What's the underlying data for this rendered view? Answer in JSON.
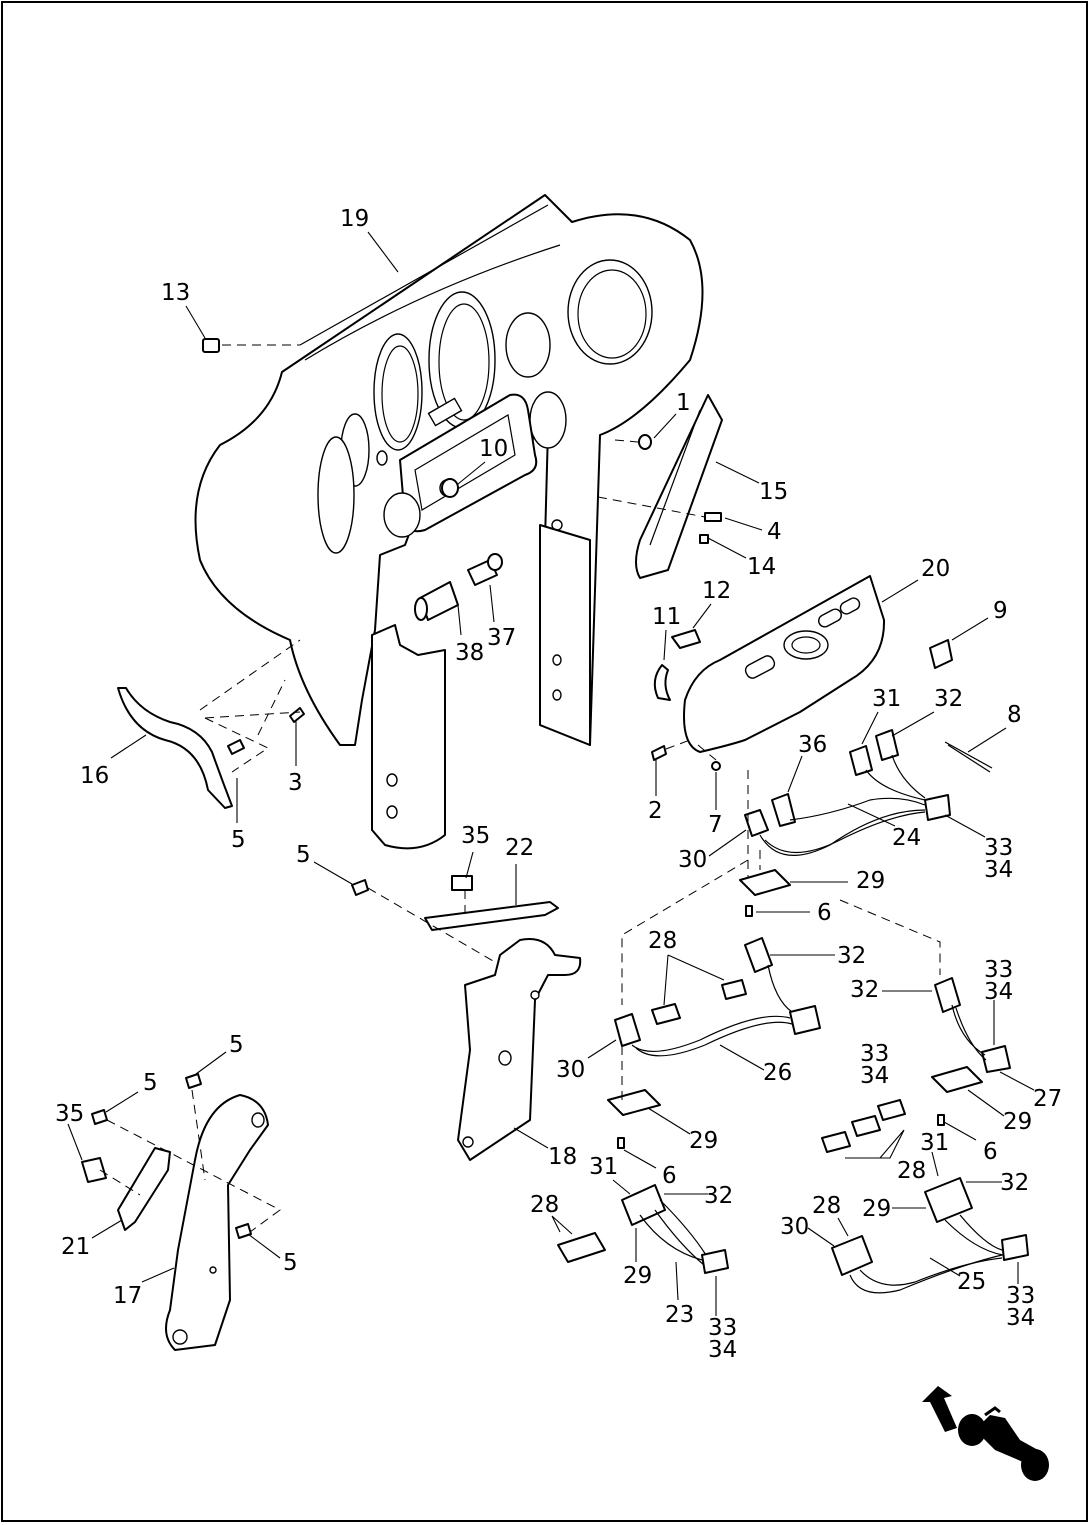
{
  "callouts": [
    {
      "id": "c19",
      "text": "19"
    },
    {
      "id": "c13",
      "text": "13"
    },
    {
      "id": "c1",
      "text": "1"
    },
    {
      "id": "c10",
      "text": "10"
    },
    {
      "id": "c15",
      "text": "15"
    },
    {
      "id": "c4",
      "text": "4"
    },
    {
      "id": "c14",
      "text": "14"
    },
    {
      "id": "c20",
      "text": "20"
    },
    {
      "id": "c12",
      "text": "12"
    },
    {
      "id": "c11",
      "text": "11"
    },
    {
      "id": "c9",
      "text": "9"
    },
    {
      "id": "c38",
      "text": "38"
    },
    {
      "id": "c37",
      "text": "37"
    },
    {
      "id": "c31a",
      "text": "31"
    },
    {
      "id": "c32a",
      "text": "32"
    },
    {
      "id": "c8",
      "text": "8"
    },
    {
      "id": "c36",
      "text": "36"
    },
    {
      "id": "c16",
      "text": "16"
    },
    {
      "id": "c3",
      "text": "3"
    },
    {
      "id": "c2",
      "text": "2"
    },
    {
      "id": "c7",
      "text": "7"
    },
    {
      "id": "c24",
      "text": "24"
    },
    {
      "id": "c5a",
      "text": "5"
    },
    {
      "id": "c35a",
      "text": "35"
    },
    {
      "id": "c22",
      "text": "22"
    },
    {
      "id": "c5b",
      "text": "5"
    },
    {
      "id": "c33a",
      "text": "33"
    },
    {
      "id": "c34a",
      "text": "34"
    },
    {
      "id": "c30a",
      "text": "30"
    },
    {
      "id": "c29a",
      "text": "29"
    },
    {
      "id": "c6a",
      "text": "6"
    },
    {
      "id": "c28a",
      "text": "28"
    },
    {
      "id": "c32b",
      "text": "32"
    },
    {
      "id": "c33b",
      "text": "33"
    },
    {
      "id": "c34b",
      "text": "34"
    },
    {
      "id": "c32c",
      "text": "32"
    },
    {
      "id": "c33c",
      "text": "33"
    },
    {
      "id": "c34c",
      "text": "34"
    },
    {
      "id": "c30b",
      "text": "30"
    },
    {
      "id": "c26",
      "text": "26"
    },
    {
      "id": "c27",
      "text": "27"
    },
    {
      "id": "c5c",
      "text": "5"
    },
    {
      "id": "c5d",
      "text": "5"
    },
    {
      "id": "c35b",
      "text": "35"
    },
    {
      "id": "c29b",
      "text": "29"
    },
    {
      "id": "c29c",
      "text": "29"
    },
    {
      "id": "c6b",
      "text": "6"
    },
    {
      "id": "c6c",
      "text": "6"
    },
    {
      "id": "c18",
      "text": "18"
    },
    {
      "id": "c31b",
      "text": "31"
    },
    {
      "id": "c32d",
      "text": "32"
    },
    {
      "id": "c31c",
      "text": "31"
    },
    {
      "id": "c28b",
      "text": "28"
    },
    {
      "id": "c32e",
      "text": "32"
    },
    {
      "id": "c21",
      "text": "21"
    },
    {
      "id": "c5e",
      "text": "5"
    },
    {
      "id": "c28c",
      "text": "28"
    },
    {
      "id": "c28d",
      "text": "28"
    },
    {
      "id": "c29d",
      "text": "29"
    },
    {
      "id": "c30c",
      "text": "30"
    },
    {
      "id": "c29e",
      "text": "29"
    },
    {
      "id": "c25",
      "text": "25"
    },
    {
      "id": "c17",
      "text": "17"
    },
    {
      "id": "c23",
      "text": "23"
    },
    {
      "id": "c33d",
      "text": "33"
    },
    {
      "id": "c34d",
      "text": "34"
    },
    {
      "id": "c33e",
      "text": "33"
    },
    {
      "id": "c34e",
      "text": "34"
    }
  ],
  "icons": {
    "orientation": "motorcycle-direction-arrow-icon"
  }
}
